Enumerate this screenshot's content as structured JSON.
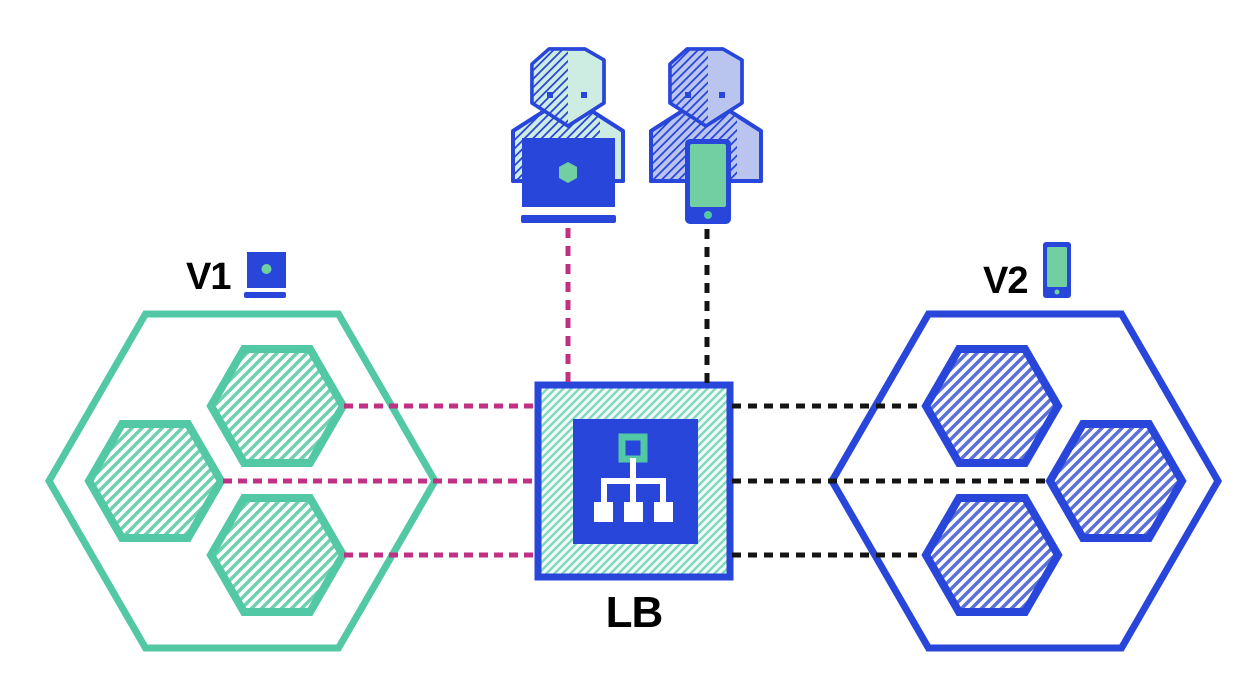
{
  "labels": {
    "v1": "V1",
    "v2": "V2",
    "lb": "LB"
  },
  "colors": {
    "accent-blue": "#2946DB",
    "accent-teal": "#52C8A4",
    "mint-fill": "#CDEDE2",
    "mint-hatch-bg": "#F2FBF8",
    "teal-hatch-line": "#7FD8BE",
    "pod-teal-hatch": "#6FD0B0",
    "pod-blue-hatch": "#5B6FD9",
    "periwinkle-fill": "#B9C5EF",
    "screen-green": "#72CFA2",
    "edge-pink": "#C03084",
    "edge-black": "#141414",
    "label-ink": "#000000",
    "canvas-bg": "#FFFFFF"
  },
  "diagram": {
    "type": "load-balancer-traffic-routing",
    "nodes": [
      {
        "id": "laptop-user",
        "icon": "user-with-laptop-icon",
        "label": ""
      },
      {
        "id": "phone-user",
        "icon": "user-with-phone-icon",
        "label": ""
      },
      {
        "id": "lb",
        "label": "LB",
        "icon": "sitemap-icon",
        "shape": "square",
        "fill": "teal-hatch"
      },
      {
        "id": "v1",
        "label": "V1",
        "icon": "laptop-icon",
        "shape": "hexagon",
        "color": "accent-teal",
        "pods": 3,
        "pod_fill": "teal-diagonal-hatch"
      },
      {
        "id": "v2",
        "label": "V2",
        "icon": "phone-icon",
        "shape": "hexagon",
        "color": "accent-blue",
        "pods": 3,
        "pod_fill": "blue-diagonal-hatch"
      }
    ],
    "edges": [
      {
        "from": "laptop-user",
        "to": "lb",
        "style": "dashed",
        "color": "edge-pink",
        "count": 1
      },
      {
        "from": "phone-user",
        "to": "lb",
        "style": "dashed",
        "color": "edge-black",
        "count": 1
      },
      {
        "from": "lb",
        "to": "v1",
        "style": "dashed",
        "color": "edge-pink",
        "count": 3
      },
      {
        "from": "lb",
        "to": "v2",
        "style": "dashed",
        "color": "edge-black",
        "count": 3
      }
    ]
  }
}
